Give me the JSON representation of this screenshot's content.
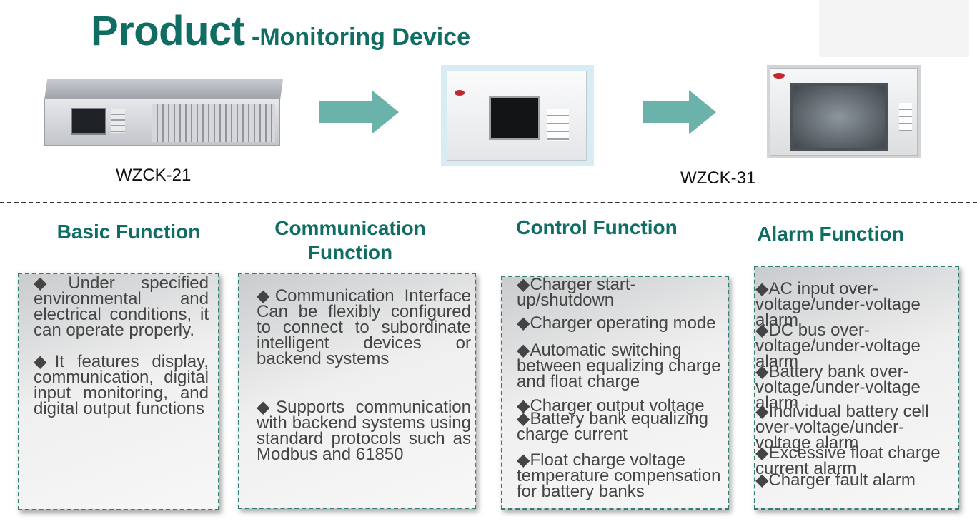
{
  "title": {
    "main": "Product",
    "sub": "-Monitoring Device"
  },
  "devices": {
    "model_1": "WZCK-21",
    "model_2": "WZCK-31"
  },
  "functions": [
    {
      "heading": "Basic Function",
      "items": [
        "◆Under specified environmental and electrical conditions, it can operate properly.",
        "◆It features display, communication, digital input monitoring, and digital output functions"
      ]
    },
    {
      "heading": "Communication Function",
      "items": [
        "◆Communication Interface Can be flexibly configured to connect to subordinate intelligent devices or backend systems",
        "◆Supports communication with backend systems using standard protocols such as Modbus and 61850"
      ]
    },
    {
      "heading": "Control Function",
      "items": [
        "◆Charger start-up/shutdown",
        "◆Charger operating mode",
        "◆Automatic switching between equalizing charge and float charge",
        "◆Charger output voltage",
        "◆Battery bank equalizing charge current",
        "◆Float charge voltage temperature compensation for battery banks"
      ]
    },
    {
      "heading": "Alarm Function",
      "items": [
        "◆AC input over-voltage/under-voltage alarm",
        "◆DC bus over-voltage/under-voltage alarm",
        "◆Battery bank over-voltage/under-voltage alarm",
        "◆Individual battery cell over-voltage/under-voltage alarm",
        "◆Excessive float charge current alarm",
        "◆Charger fault alarm"
      ]
    }
  ],
  "colors": {
    "heading": "#0f6d63",
    "arrow": "#6bb3aa",
    "card_border": "#2f7f74"
  }
}
